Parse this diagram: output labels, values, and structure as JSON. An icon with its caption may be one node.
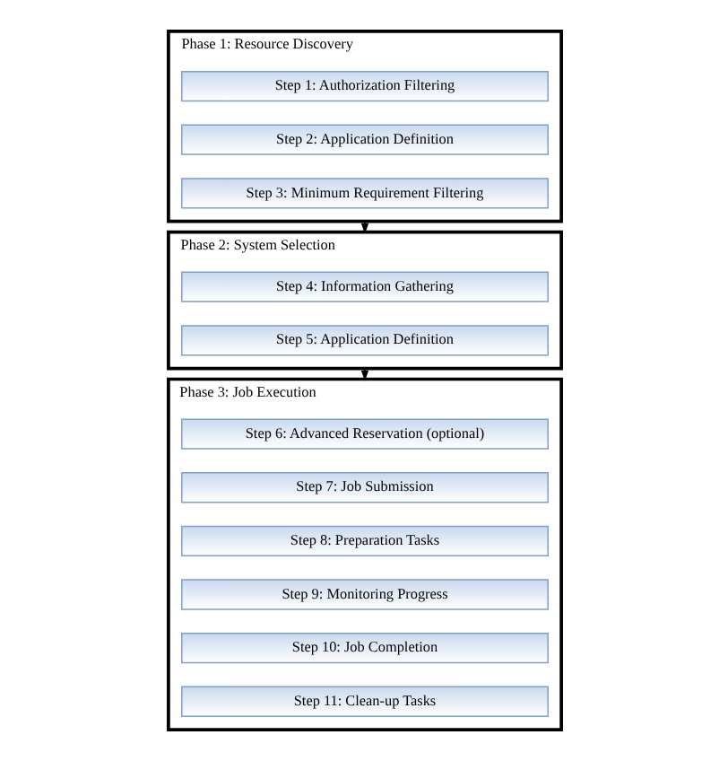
{
  "diagram": {
    "nodes": [
      {
        "text": [
          "Phase 1: Resource Discovery"
        ]
      },
      {
        "text": [
          "Step 1: Authorization Filtering"
        ],
        "in": 0
      },
      {
        "text": [
          "Step 2: Application Definition"
        ],
        "in": 0
      },
      {
        "text": [
          "Step 3: Minimum Requirement Filtering"
        ],
        "in": 0
      },
      {
        "text": [
          "Phase 2: System Selection"
        ]
      },
      {
        "text": [
          "Step 4: Information Gathering"
        ],
        "in": 4
      },
      {
        "text": [
          "Step 5: Application Definition"
        ],
        "in": 4
      },
      {
        "text": [
          "Phase 3: Job Execution"
        ]
      },
      {
        "text": [
          "Step 6: Advanced Reservation (optional)"
        ],
        "in": 7
      },
      {
        "text": [
          "Step 7: Job Submission"
        ],
        "in": 7
      },
      {
        "text": [
          "Step 8: Preparation Tasks"
        ],
        "in": 7
      },
      {
        "text": [
          "Step 9: Monitoring Progress"
        ],
        "in": 7
      },
      {
        "text": [
          "Step 10: Job Completion"
        ],
        "in": 7
      },
      {
        "text": [
          "Step 11: Clean-up Tasks"
        ],
        "in": 7
      }
    ],
    "edges": [
      {
        "from": 0,
        "to": 4,
        "arrow": "to"
      },
      {
        "from": 4,
        "to": 7,
        "arrow": "to"
      }
    ]
  }
}
